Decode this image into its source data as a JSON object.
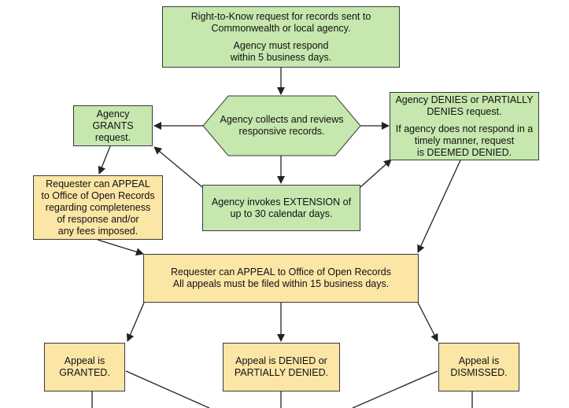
{
  "nodes": {
    "start": {
      "line1": "Right-to-Know request for records sent to\nCommonwealth or local agency.",
      "line2": "Agency must respond\nwithin 5 business days."
    },
    "collects": {
      "text": "Agency collects and reviews\nresponsive records."
    },
    "grants": {
      "text": "Agency\nGRANTS\nrequest."
    },
    "denies": {
      "line1": "Agency DENIES or PARTIALLY\nDENIES request.",
      "line2": "If agency does not respond in a\ntimely manner, request\nis DEEMED DENIED."
    },
    "extension": {
      "text": "Agency invokes EXTENSION of\nup to 30 calendar days."
    },
    "appeal_limited": {
      "text": "Requester can APPEAL\nto Office of Open Records\nregarding completeness\nof response and/or\nany fees imposed."
    },
    "appeal_main": {
      "text": "Requester can APPEAL to Office of Open Records\nAll appeals must be filed within 15 business days."
    },
    "granted": {
      "text": "Appeal is\nGRANTED."
    },
    "denied": {
      "text": "Appeal is DENIED or\nPARTIALLY DENIED."
    },
    "dismissed": {
      "text": "Appeal is\nDISMISSED."
    }
  },
  "colors": {
    "green_fill": "#c6e7ae",
    "yellow_fill": "#fbe6a6",
    "stroke": "#3a3a3a"
  }
}
